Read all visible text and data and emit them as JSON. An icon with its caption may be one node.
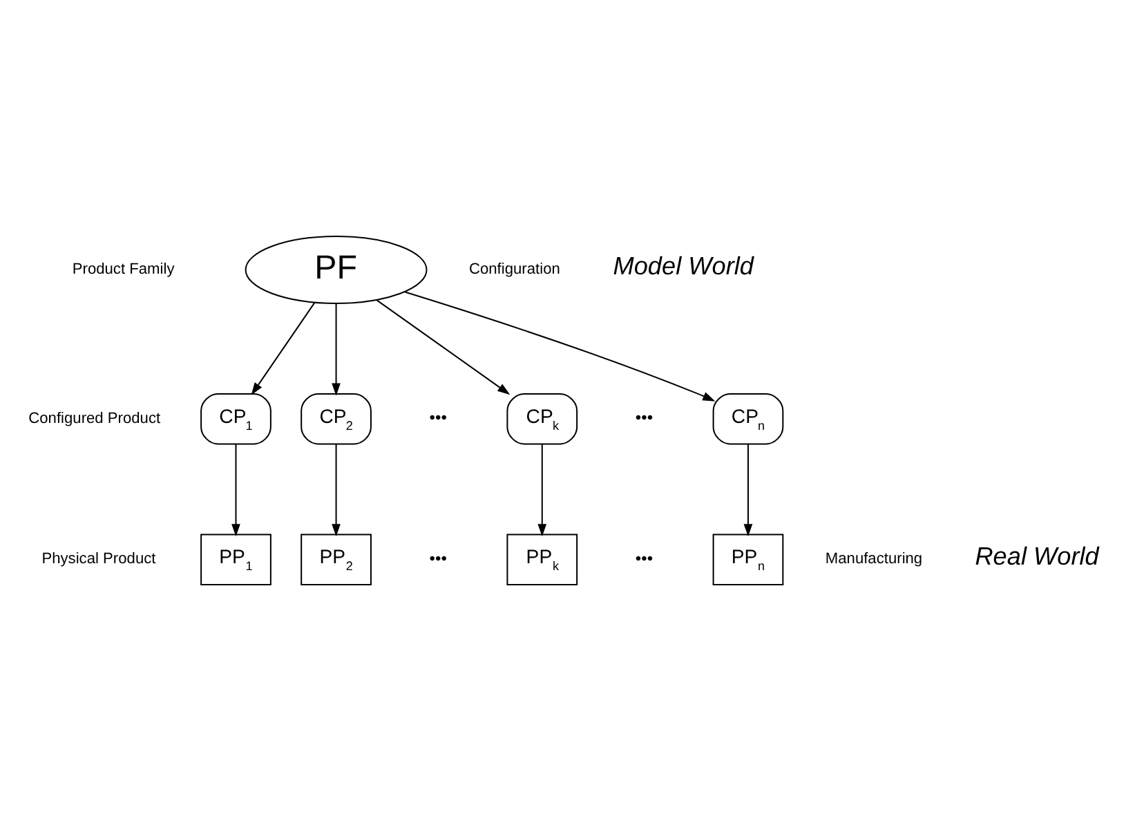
{
  "diagram": {
    "nodes": [
      {
        "text": [
          "PF"
        ]
      },
      {
        "text": [
          "CP$_{1}$"
        ]
      },
      {
        "text": [
          "CP$_{2}$"
        ]
      },
      {
        "text": [
          "CP$_{k}$"
        ]
      },
      {
        "text": [
          "CP$_{n}$"
        ]
      },
      {
        "text": [
          "PP$_{1}$"
        ]
      },
      {
        "text": [
          "PP$_{2}$"
        ]
      },
      {
        "text": [
          "PP$_{k}$"
        ]
      },
      {
        "text": [
          "PP$_{n}$"
        ]
      }
    ],
    "edges": [
      {
        "from": 0,
        "to": 1,
        "arrow": "to"
      },
      {
        "from": 0,
        "to": 2,
        "arrow": "to"
      },
      {
        "from": 0,
        "to": 3,
        "arrow": "to"
      },
      {
        "from": 0,
        "to": 4,
        "arrow": "to"
      },
      {
        "from": 1,
        "to": 5,
        "arrow": "to"
      },
      {
        "from": 2,
        "to": 6,
        "arrow": "to"
      },
      {
        "from": 3,
        "to": 7,
        "arrow": "to"
      },
      {
        "from": 4,
        "to": 8,
        "arrow": "to"
      }
    ],
    "labels": [
      "Product Family",
      "Configuration",
      "Model World",
      "Configured Product",
      "•••",
      "•••",
      "Physical Product",
      "•••",
      "•••",
      "Manufacturing",
      "Real World"
    ]
  }
}
